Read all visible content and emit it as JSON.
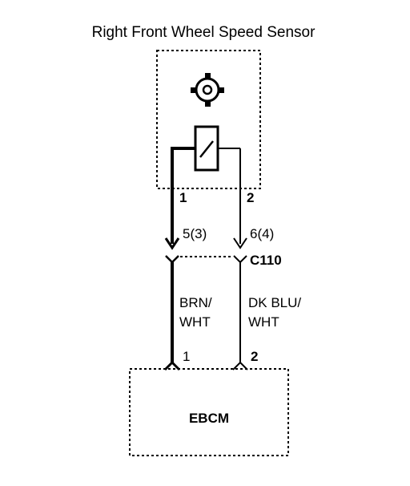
{
  "title": "Right Front Wheel Speed Sensor",
  "sensor": {
    "pin_a": "1",
    "pin_b": "2"
  },
  "connector": {
    "name": "C110",
    "cavity_a": "5(3)",
    "cavity_b": "6(4)"
  },
  "wires": {
    "a_line1": "BRN/",
    "a_line2": "WHT",
    "b_line1": "DK BLU/",
    "b_line2": "WHT"
  },
  "module": {
    "name": "EBCM",
    "pin_a": "1",
    "pin_b": "2"
  }
}
